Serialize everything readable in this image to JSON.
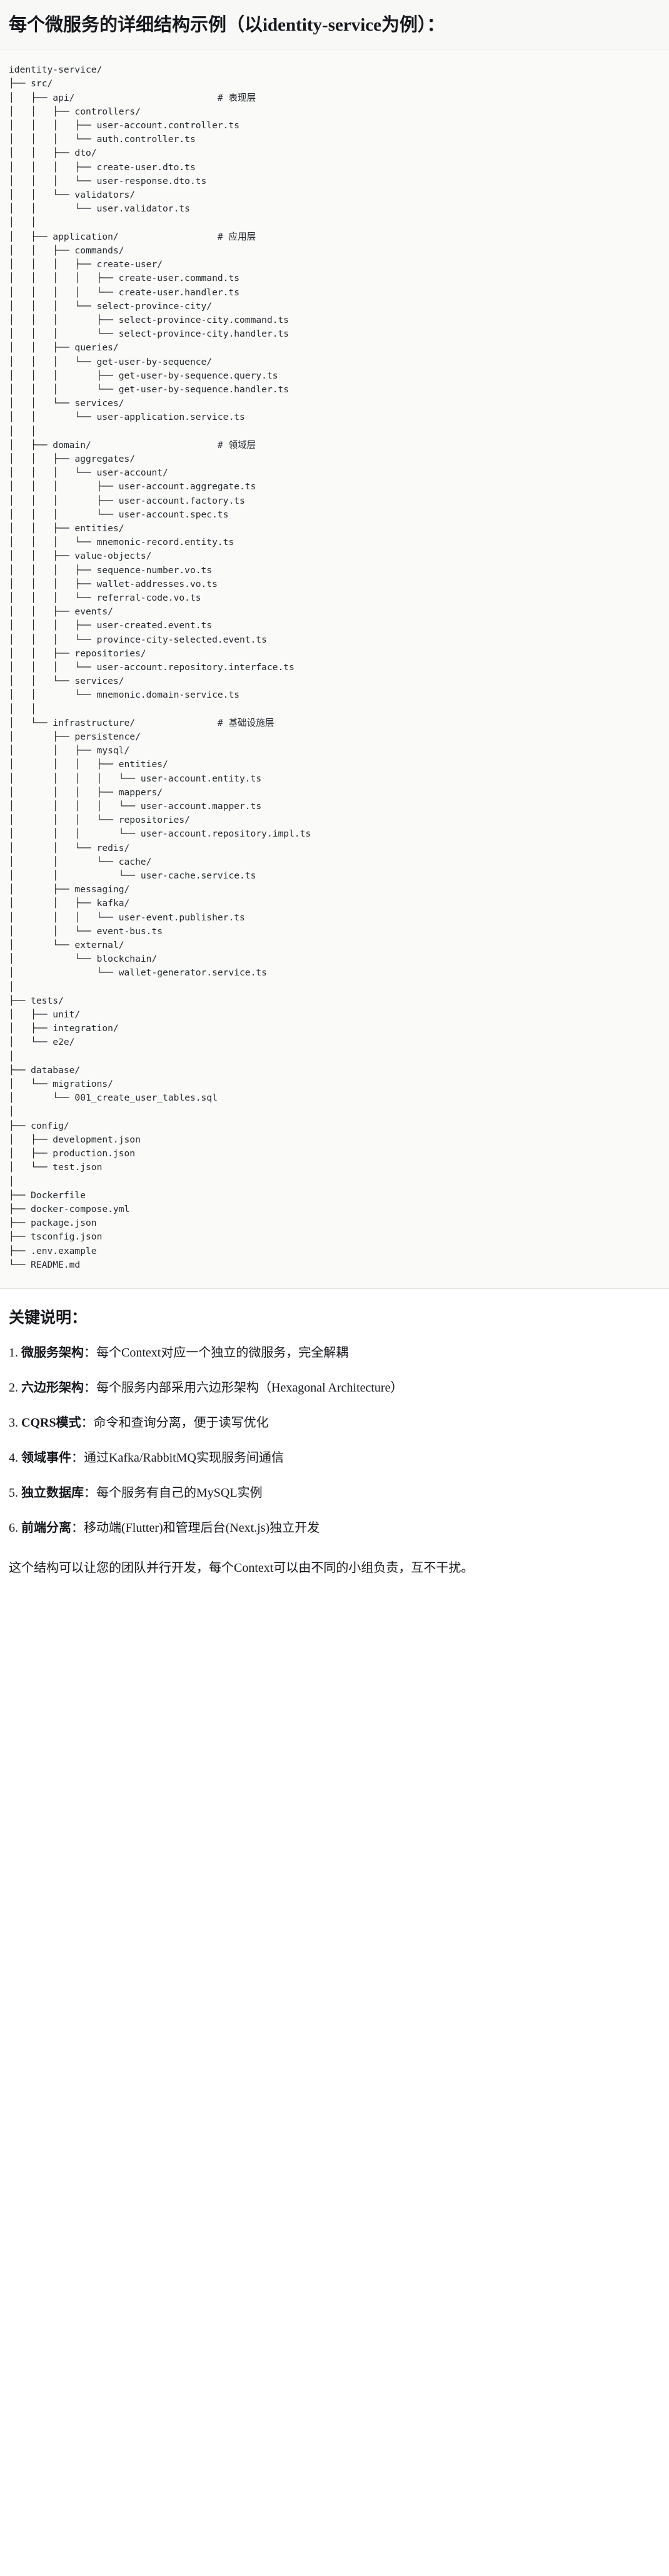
{
  "heading": {
    "title": "每个微服务的详细结构示例（以identity-service为例）："
  },
  "code_block": {
    "language": "text",
    "lines": [
      "identity-service/",
      "├── src/",
      "│   ├── api/                          # 表现层",
      "│   │   ├── controllers/",
      "│   │   │   ├── user-account.controller.ts",
      "│   │   │   └── auth.controller.ts",
      "│   │   ├── dto/",
      "│   │   │   ├── create-user.dto.ts",
      "│   │   │   └── user-response.dto.ts",
      "│   │   └── validators/",
      "│   │       └── user.validator.ts",
      "│   │",
      "│   ├── application/                  # 应用层",
      "│   │   ├── commands/",
      "│   │   │   ├── create-user/",
      "│   │   │   │   ├── create-user.command.ts",
      "│   │   │   │   └── create-user.handler.ts",
      "│   │   │   └── select-province-city/",
      "│   │   │       ├── select-province-city.command.ts",
      "│   │   │       └── select-province-city.handler.ts",
      "│   │   ├── queries/",
      "│   │   │   └── get-user-by-sequence/",
      "│   │   │       ├── get-user-by-sequence.query.ts",
      "│   │   │       └── get-user-by-sequence.handler.ts",
      "│   │   └── services/",
      "│   │       └── user-application.service.ts",
      "│   │",
      "│   ├── domain/                       # 领域层",
      "│   │   ├── aggregates/",
      "│   │   │   └── user-account/",
      "│   │   │       ├── user-account.aggregate.ts",
      "│   │   │       ├── user-account.factory.ts",
      "│   │   │       └── user-account.spec.ts",
      "│   │   ├── entities/",
      "│   │   │   └── mnemonic-record.entity.ts",
      "│   │   ├── value-objects/",
      "│   │   │   ├── sequence-number.vo.ts",
      "│   │   │   ├── wallet-addresses.vo.ts",
      "│   │   │   └── referral-code.vo.ts",
      "│   │   ├── events/",
      "│   │   │   ├── user-created.event.ts",
      "│   │   │   └── province-city-selected.event.ts",
      "│   │   ├── repositories/",
      "│   │   │   └── user-account.repository.interface.ts",
      "│   │   └── services/",
      "│   │       └── mnemonic.domain-service.ts",
      "│   │",
      "│   └── infrastructure/               # 基础设施层",
      "│       ├── persistence/",
      "│       │   ├── mysql/",
      "│       │   │   ├── entities/",
      "│       │   │   │   └── user-account.entity.ts",
      "│       │   │   ├── mappers/",
      "│       │   │   │   └── user-account.mapper.ts",
      "│       │   │   └── repositories/",
      "│       │   │       └── user-account.repository.impl.ts",
      "│       │   └── redis/",
      "│       │       └── cache/",
      "│       │           └── user-cache.service.ts",
      "│       ├── messaging/",
      "│       │   ├── kafka/",
      "│       │   │   └── user-event.publisher.ts",
      "│       │   └── event-bus.ts",
      "│       └── external/",
      "│           └── blockchain/",
      "│               └── wallet-generator.service.ts",
      "│",
      "├── tests/",
      "│   ├── unit/",
      "│   ├── integration/",
      "│   └── e2e/",
      "│",
      "├── database/",
      "│   └── migrations/",
      "│       └── 001_create_user_tables.sql",
      "│",
      "├── config/",
      "│   ├── development.json",
      "│   ├── production.json",
      "│   └── test.json",
      "│",
      "├── Dockerfile",
      "├── docker-compose.yml",
      "├── package.json",
      "├── tsconfig.json",
      "├── .env.example",
      "└── README.md"
    ]
  },
  "notes": {
    "title": "关键说明：",
    "items": [
      {
        "num": "1.",
        "term": "微服务架构",
        "sep": "：",
        "desc": "每个Context对应一个独立的微服务，完全解耦"
      },
      {
        "num": "2.",
        "term": "六边形架构",
        "sep": "：",
        "desc": "每个服务内部采用六边形架构（Hexagonal Architecture）"
      },
      {
        "num": "3.",
        "term": "CQRS模式",
        "sep": "：",
        "desc": "命令和查询分离，便于读写优化"
      },
      {
        "num": "4.",
        "term": "领域事件",
        "sep": "：",
        "desc": "通过Kafka/RabbitMQ实现服务间通信"
      },
      {
        "num": "5.",
        "term": "独立数据库",
        "sep": "：",
        "desc": "每个服务有自己的MySQL实例"
      },
      {
        "num": "6.",
        "term": "前端分离",
        "sep": "：",
        "desc": "移动端(Flutter)和管理后台(Next.js)独立开发"
      }
    ],
    "closing": "这个结构可以让您的团队并行开发，每个Context可以由不同的小组负责，互不干扰。"
  }
}
